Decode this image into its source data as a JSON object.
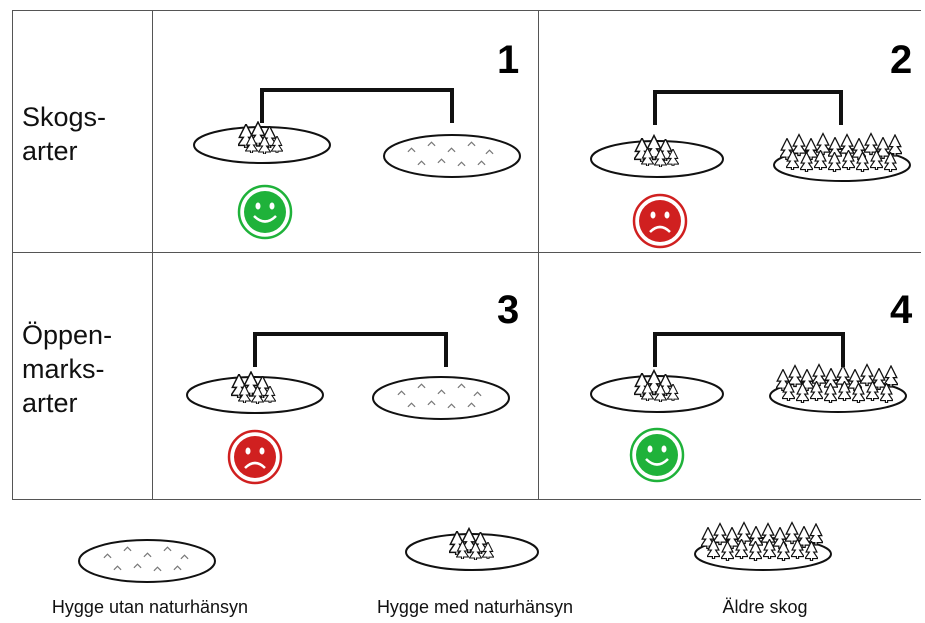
{
  "rows": [
    {
      "label": "Skogs-\narter"
    },
    {
      "label": "Öppen-\nmarks-\narter"
    }
  ],
  "cells": [
    {
      "number": "1",
      "left": "forest-patch",
      "right": "clearcut-plain",
      "outcome": "happy",
      "outcome_color": "#1fb23a"
    },
    {
      "number": "2",
      "left": "forest-patch",
      "right": "old-forest",
      "outcome": "sad",
      "outcome_color": "#d02020"
    },
    {
      "number": "3",
      "left": "forest-patch",
      "right": "clearcut-plain",
      "outcome": "sad",
      "outcome_color": "#d02020"
    },
    {
      "number": "4",
      "left": "forest-patch",
      "right": "old-forest",
      "outcome": "happy",
      "outcome_color": "#1fb23a"
    }
  ],
  "legend": [
    {
      "icon": "clearcut-plain",
      "label": "Hygge utan naturhänsyn"
    },
    {
      "icon": "forest-patch",
      "label": "Hygge med naturhänsyn"
    },
    {
      "icon": "old-forest",
      "label": "Äldre skog"
    }
  ]
}
